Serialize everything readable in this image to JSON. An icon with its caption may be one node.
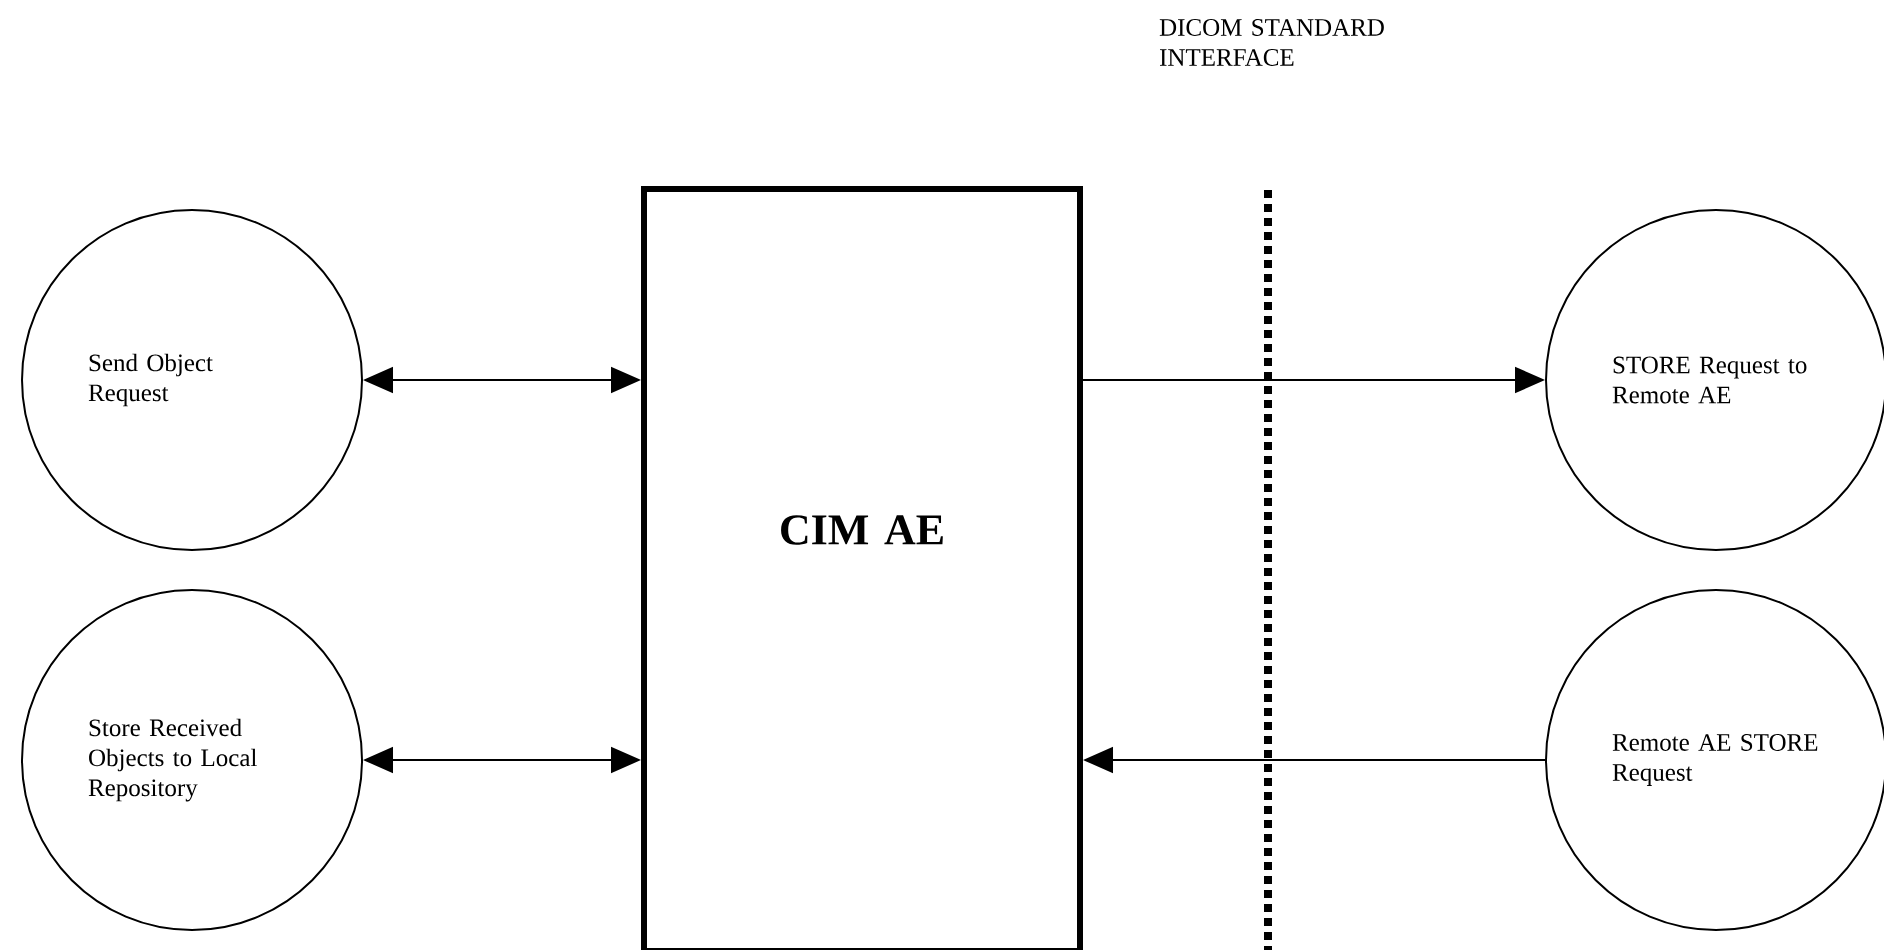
{
  "diagram": {
    "nodes": [
      {
        "text": [
          "Send Object Request"
        ]
      },
      {
        "text": [
          "Store Received Objects to Local Repository"
        ]
      },
      {
        "text": [
          "CIM AE"
        ]
      },
      {
        "text": [
          "STORE Request to Remote AE"
        ]
      },
      {
        "text": [
          "Remote AE STORE Request"
        ]
      }
    ],
    "edges": [
      {
        "from": 0,
        "to": 2,
        "arrow": "both"
      },
      {
        "from": 1,
        "to": 2,
        "arrow": "both"
      },
      {
        "from": 2,
        "to": 3,
        "arrow": "to"
      },
      {
        "from": 4,
        "to": 2,
        "arrow": "to"
      }
    ],
    "labels": [
      "DICOM STANDARD INTERFACE"
    ]
  }
}
